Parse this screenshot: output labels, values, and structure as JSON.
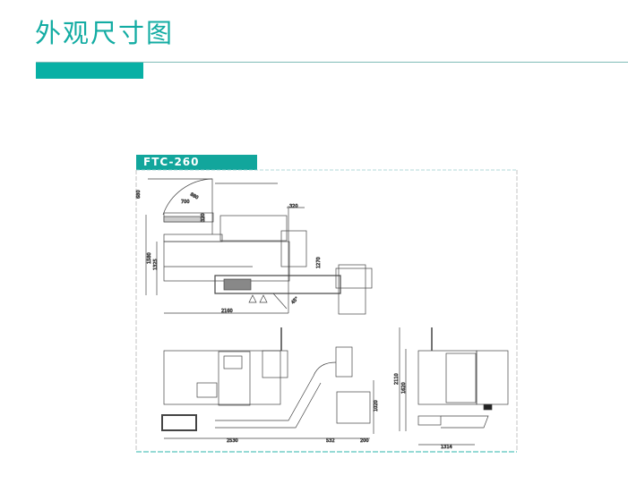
{
  "header": {
    "title": "外观尺寸图"
  },
  "drawing": {
    "model": "FTC-260",
    "top_view": {
      "dims": [
        "680",
        "700",
        "880",
        "320",
        "1580",
        "1325",
        "2160",
        "320",
        "1270",
        "45°"
      ]
    },
    "front_view": {
      "dims": [
        "2530",
        "532",
        "200",
        "1020"
      ]
    },
    "side_view": {
      "dims": [
        "2110",
        "1620",
        "1314"
      ]
    }
  },
  "colors": {
    "accent": "#13aca3",
    "frame": "#7fbcb8"
  }
}
